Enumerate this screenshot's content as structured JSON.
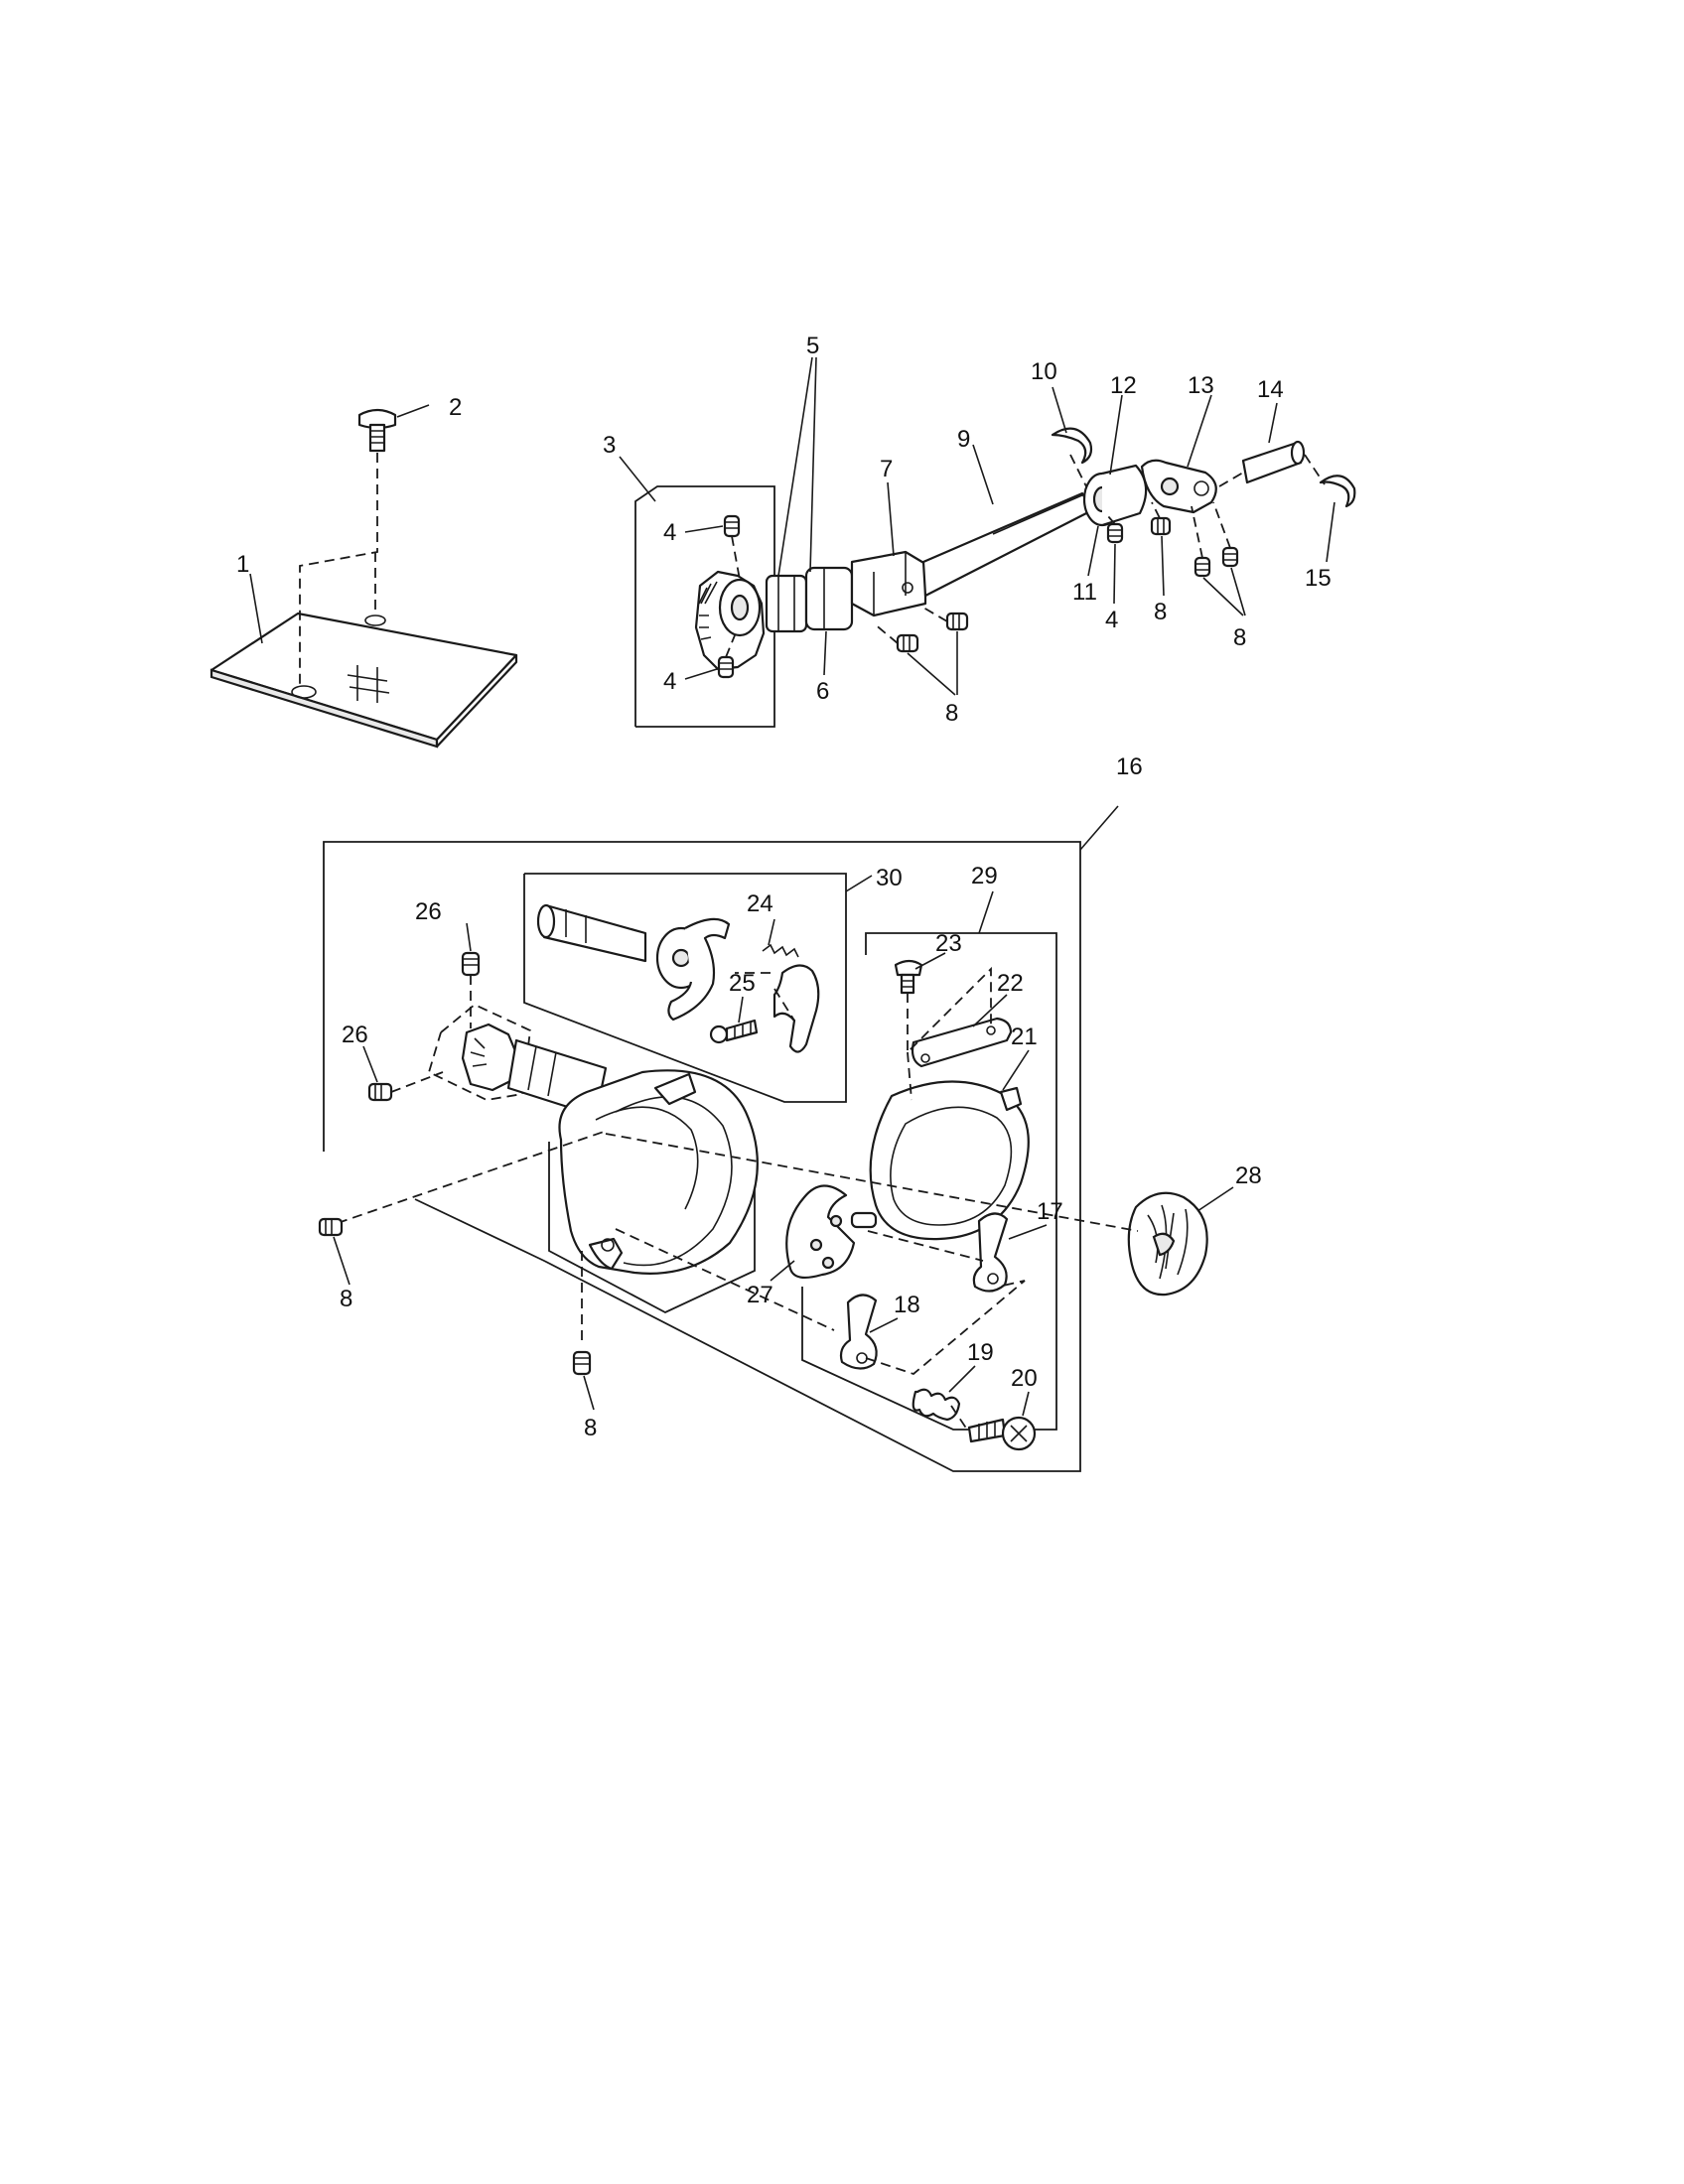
{
  "figure": {
    "callouts": [
      {
        "id": "c1",
        "text": "1"
      },
      {
        "id": "c2",
        "text": "2"
      },
      {
        "id": "c3",
        "text": "3"
      },
      {
        "id": "c4a",
        "text": "4"
      },
      {
        "id": "c4b",
        "text": "4"
      },
      {
        "id": "c4c",
        "text": "4"
      },
      {
        "id": "c5",
        "text": "5"
      },
      {
        "id": "c6",
        "text": "6"
      },
      {
        "id": "c7",
        "text": "7"
      },
      {
        "id": "c8a",
        "text": "8"
      },
      {
        "id": "c8b",
        "text": "8"
      },
      {
        "id": "c8c",
        "text": "8"
      },
      {
        "id": "c8d",
        "text": "8"
      },
      {
        "id": "c8e",
        "text": "8"
      },
      {
        "id": "c9",
        "text": "9"
      },
      {
        "id": "c10",
        "text": "10"
      },
      {
        "id": "c11",
        "text": "11"
      },
      {
        "id": "c12",
        "text": "12"
      },
      {
        "id": "c13",
        "text": "13"
      },
      {
        "id": "c14",
        "text": "14"
      },
      {
        "id": "c15",
        "text": "15"
      },
      {
        "id": "c16",
        "text": "16"
      },
      {
        "id": "c17",
        "text": "17"
      },
      {
        "id": "c18",
        "text": "18"
      },
      {
        "id": "c19",
        "text": "19"
      },
      {
        "id": "c20",
        "text": "20"
      },
      {
        "id": "c21",
        "text": "21"
      },
      {
        "id": "c22",
        "text": "22"
      },
      {
        "id": "c23",
        "text": "23"
      },
      {
        "id": "c24",
        "text": "24"
      },
      {
        "id": "c25",
        "text": "25"
      },
      {
        "id": "c26a",
        "text": "26"
      },
      {
        "id": "c26b",
        "text": "26"
      },
      {
        "id": "c27",
        "text": "27"
      },
      {
        "id": "c28",
        "text": "28"
      },
      {
        "id": "c29",
        "text": "29"
      },
      {
        "id": "c30",
        "text": "30"
      }
    ]
  }
}
